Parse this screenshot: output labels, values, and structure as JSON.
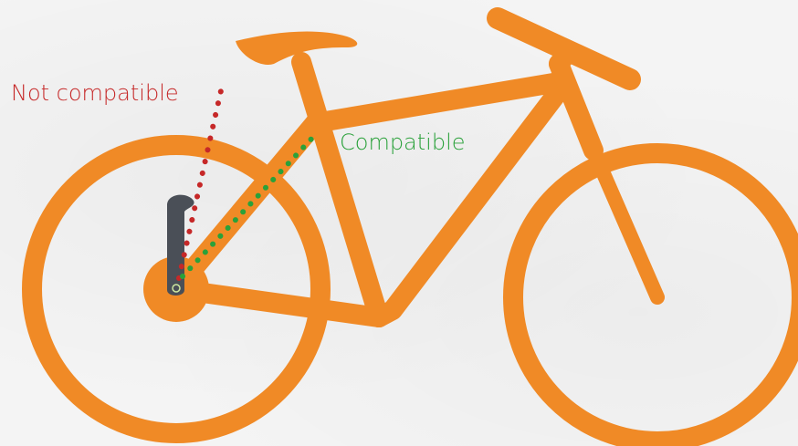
{
  "labels": {
    "not_compatible": "Not compatible",
    "compatible": "Compatible"
  },
  "colors": {
    "frame": "#f08a26",
    "not_compatible": "#c62828",
    "compatible": "#2aa13a",
    "mount": "#4a4f57",
    "background": "#f4f4f4"
  },
  "icons": [
    "bicycle-diagram",
    "frame-mount"
  ]
}
